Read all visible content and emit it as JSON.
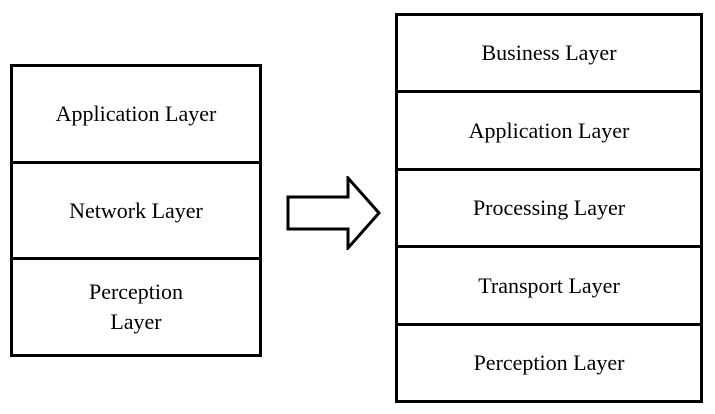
{
  "diagram": {
    "description": "Three-layer architecture transforming into five-layer architecture",
    "colors": {
      "background": "#ffffff",
      "border": "#000000",
      "text": "#000000"
    },
    "left_stack": {
      "layers": [
        {
          "label": "Application Layer"
        },
        {
          "label": "Network Layer"
        },
        {
          "label": "Perception\nLayer"
        }
      ]
    },
    "arrow": {
      "icon": "block-arrow-right",
      "direction": "right"
    },
    "right_stack": {
      "layers": [
        {
          "label": "Business Layer"
        },
        {
          "label": "Application Layer"
        },
        {
          "label": "Processing Layer"
        },
        {
          "label": "Transport Layer"
        },
        {
          "label": "Perception Layer"
        }
      ]
    }
  }
}
